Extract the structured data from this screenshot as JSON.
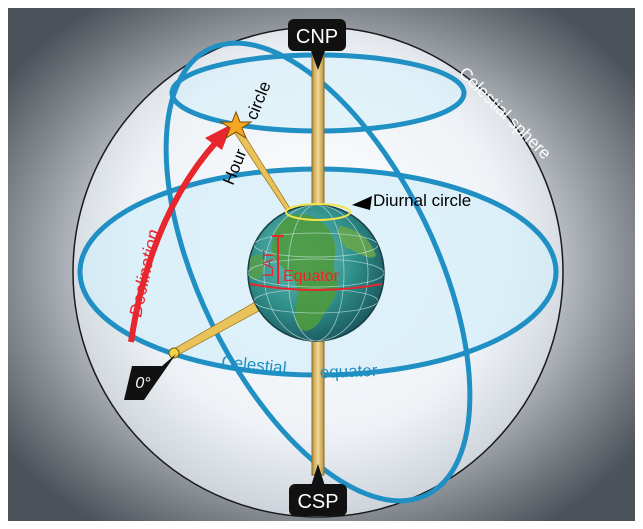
{
  "diagram": {
    "pole_north": "CNP",
    "pole_south": "CSP",
    "sphere_label": "Celestial sphere",
    "hour_circle_word1": "Hour",
    "hour_circle_word2": "circle",
    "diurnal_label": "Diurnal circle",
    "declination_label": "Declination",
    "lat_label": "LAT",
    "equator_label": "Equator",
    "celestial_equator_word1": "Celestial",
    "celestial_equator_word2": "equator",
    "zero_label": "0°"
  },
  "colors": {
    "background_dark": "#4c5259",
    "sphere_fill": "#e4eaf1",
    "circle_blue": "#1f8fc4",
    "declination_red": "#e8262d",
    "axis_gold": "#d9b45c",
    "earth_ocean": "#2f8f8a",
    "earth_land": "#4e9a3f",
    "label_black": "#000000"
  },
  "icons": [
    "star-icon",
    "earth-globe-icon",
    "arrowhead-icon"
  ]
}
